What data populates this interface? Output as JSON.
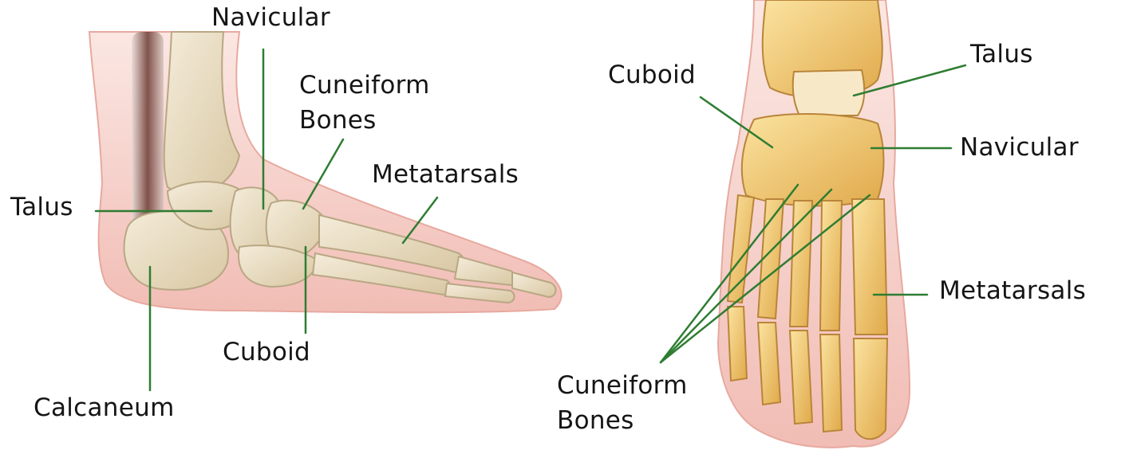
{
  "side_view": {
    "labels": {
      "navicular": "Navicular",
      "cuneiform_line1": "Cuneiform",
      "cuneiform_line2": "Bones",
      "metatarsals": "Metatarsals",
      "talus": "Talus",
      "cuboid": "Cuboid",
      "calcaneum": "Calcaneum"
    }
  },
  "top_view": {
    "labels": {
      "cuboid": "Cuboid",
      "talus": "Talus",
      "navicular": "Navicular",
      "metatarsals": "Metatarsals",
      "cuneiform_line1": "Cuneiform",
      "cuneiform_line2": "Bones"
    }
  },
  "colors": {
    "leader_line": "#2e7d32",
    "bone": "#e9ddc3",
    "bone_top_view": "#f2c768",
    "skin": "#f6d2cc",
    "label_text": "#151515"
  }
}
